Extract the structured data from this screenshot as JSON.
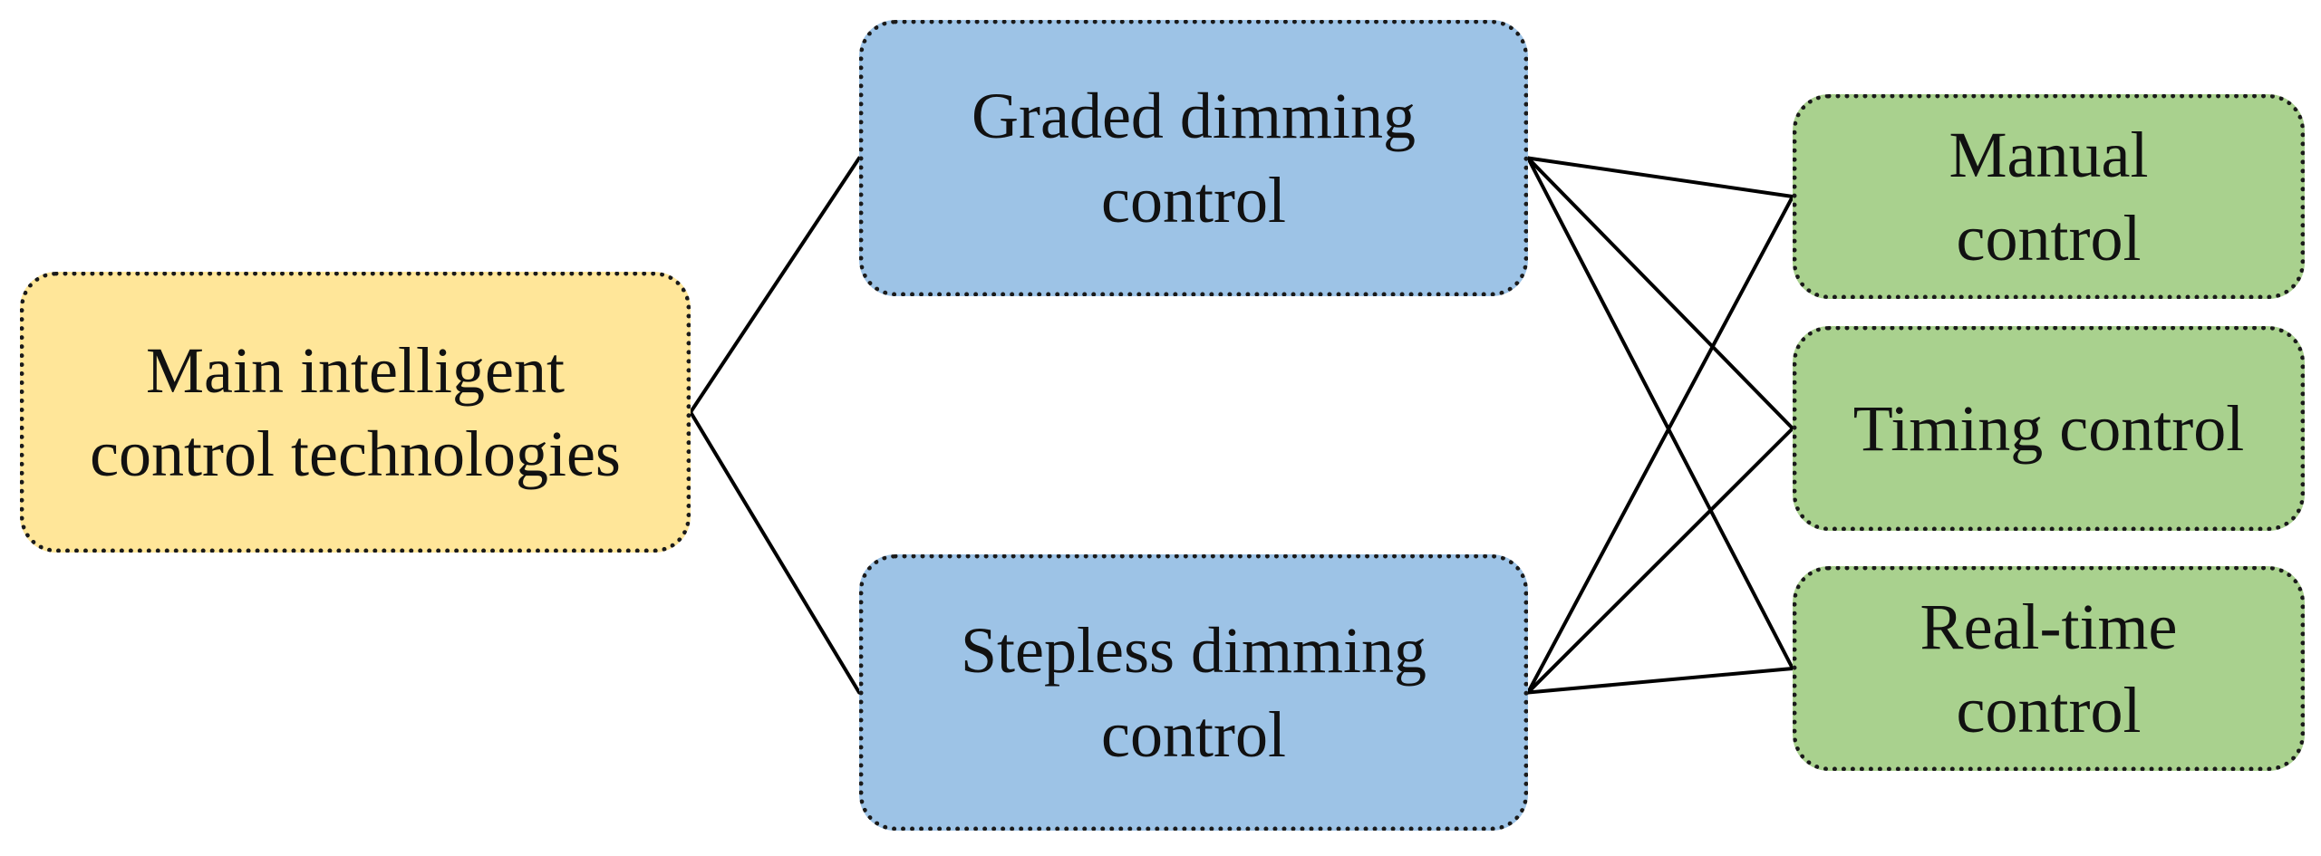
{
  "diagram": {
    "nodes": {
      "root": {
        "label": "Main intelligent\ncontrol technologies",
        "color": "#FFE699"
      },
      "graded": {
        "label": "Graded dimming\ncontrol",
        "color": "#9DC3E6"
      },
      "stepless": {
        "label": "Stepless dimming\ncontrol",
        "color": "#9DC3E6"
      },
      "manual": {
        "label": "Manual\ncontrol",
        "color": "#A9D18E"
      },
      "timing": {
        "label": "Timing control",
        "color": "#A9D18E"
      },
      "realtime": {
        "label": "Real-time\ncontrol",
        "color": "#A9D18E"
      }
    },
    "edges": [
      [
        "root",
        "graded"
      ],
      [
        "root",
        "stepless"
      ],
      [
        "graded",
        "manual"
      ],
      [
        "graded",
        "timing"
      ],
      [
        "graded",
        "realtime"
      ],
      [
        "stepless",
        "manual"
      ],
      [
        "stepless",
        "timing"
      ],
      [
        "stepless",
        "realtime"
      ]
    ],
    "line_color": "#000000",
    "border_style": "dotted"
  }
}
